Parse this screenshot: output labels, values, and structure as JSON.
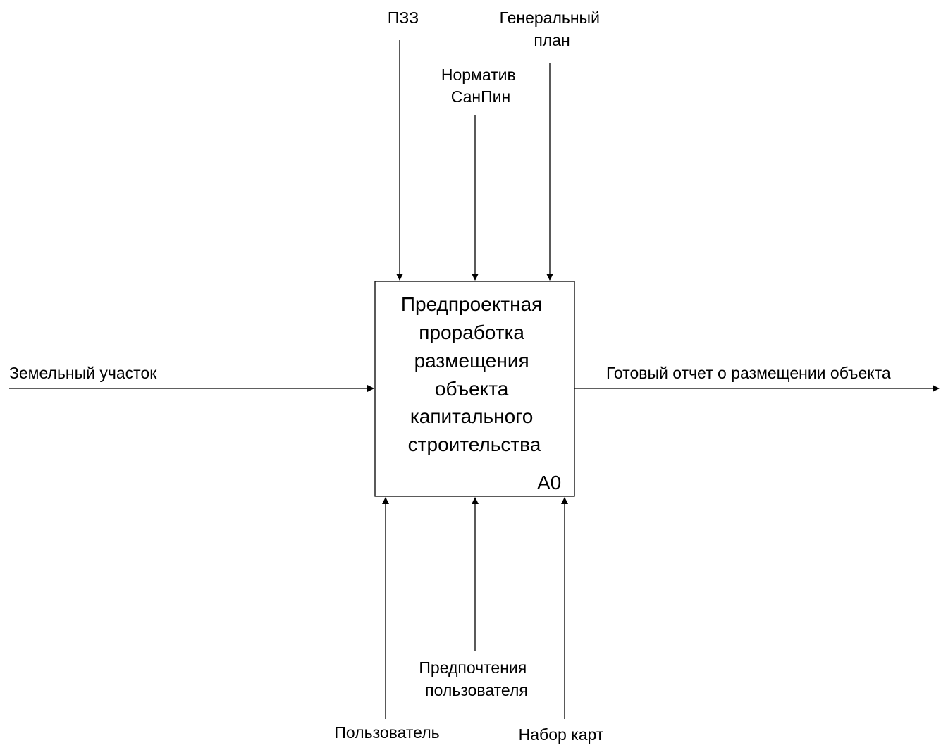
{
  "diagram": {
    "activity": {
      "title_lines": [
        "Предпроектная",
        "проработка",
        "размещения",
        "объекта",
        "капитального",
        "строительства"
      ],
      "node_id": "A0"
    },
    "controls": [
      {
        "lines": [
          "ПЗЗ"
        ]
      },
      {
        "lines": [
          "Норматив",
          "СанПин"
        ]
      },
      {
        "lines": [
          "Генеральный",
          "план"
        ]
      }
    ],
    "input": {
      "label": "Земельный участок"
    },
    "output": {
      "label": "Готовый отчет о размещении объекта"
    },
    "mechanisms": [
      {
        "lines": [
          "Пользователь"
        ]
      },
      {
        "lines": [
          "Предпочтения",
          "пользователя"
        ]
      },
      {
        "lines": [
          "Набор карт"
        ]
      }
    ]
  }
}
